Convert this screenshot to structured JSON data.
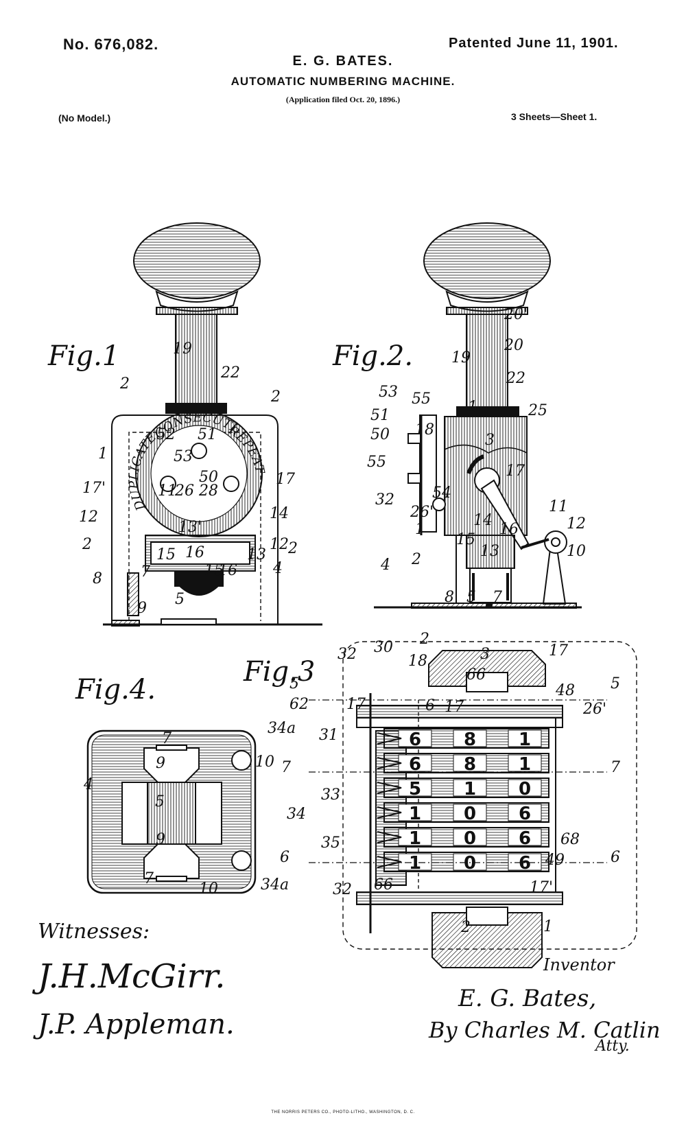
{
  "header": {
    "patent_number": "No. 676,082.",
    "patented_date": "Patented June 11, 1901.",
    "inventor": "E. G. BATES.",
    "title": "AUTOMATIC NUMBERING MACHINE.",
    "application": "(Application filed Oct. 20, 1896.)",
    "model": "(No Model.)",
    "sheets": "3 Sheets—Sheet 1."
  },
  "figures": {
    "fig1": "Fig.1",
    "fig2": "Fig.2.",
    "fig3": "Fig.3",
    "fig4": "Fig.4."
  },
  "fig1_dial_text": {
    "left": "DUPLICATE",
    "top": "CONSECUTIVE",
    "right": "REPEAT"
  },
  "signatures": {
    "witnesses_label": "Witnesses:",
    "witness1": "J.H.McGirr.",
    "witness2": "J.P. Appleman.",
    "inventor_label": "Inventor",
    "inventor_name": "E. G. Bates,",
    "attorney": "By Charles M. Catlin",
    "attorney_suffix": "Atty."
  },
  "footer": {
    "printer": "THE NORRIS PETERS CO., PHOTO-LITHO., WASHINGTON, D. C."
  },
  "fig3_wheel_digits": [
    "6",
    "8",
    "1",
    "6",
    "8",
    "1",
    "5",
    "1",
    "0",
    "1",
    "0",
    "6",
    "1",
    "0",
    "6",
    "1",
    "0",
    "6"
  ],
  "labels": {
    "f1": [
      "19",
      "22",
      "2",
      "2",
      "1",
      "52",
      "51",
      "53",
      "50",
      "17'",
      "11",
      "26",
      "28",
      "17",
      "12",
      "14",
      "13'",
      "2",
      "12",
      "7",
      "15",
      "16",
      "15",
      "13",
      "16",
      "2",
      "8",
      "4",
      "9",
      "5"
    ],
    "f2": [
      "20'",
      "20",
      "19",
      "22",
      "53",
      "55",
      "25",
      "51",
      "1",
      "18",
      "3",
      "50",
      "55",
      "17",
      "32",
      "54",
      "26'",
      "11",
      "14",
      "16",
      "12",
      "1",
      "15",
      "13",
      "10",
      "2",
      "4",
      "8",
      "5",
      "7"
    ],
    "f3": [
      "2",
      "3",
      "17",
      "32",
      "30",
      "18",
      "5",
      "66",
      "5",
      "48",
      "62",
      "17",
      "6",
      "17",
      "26'",
      "34a",
      "31",
      "7",
      "7",
      "33",
      "34",
      "35",
      "68",
      "6",
      "49",
      "6",
      "34a",
      "32",
      "66",
      "17'",
      "2",
      "1"
    ],
    "f4": [
      "7",
      "10",
      "9",
      "4",
      "5",
      "9",
      "7",
      "10"
    ]
  }
}
